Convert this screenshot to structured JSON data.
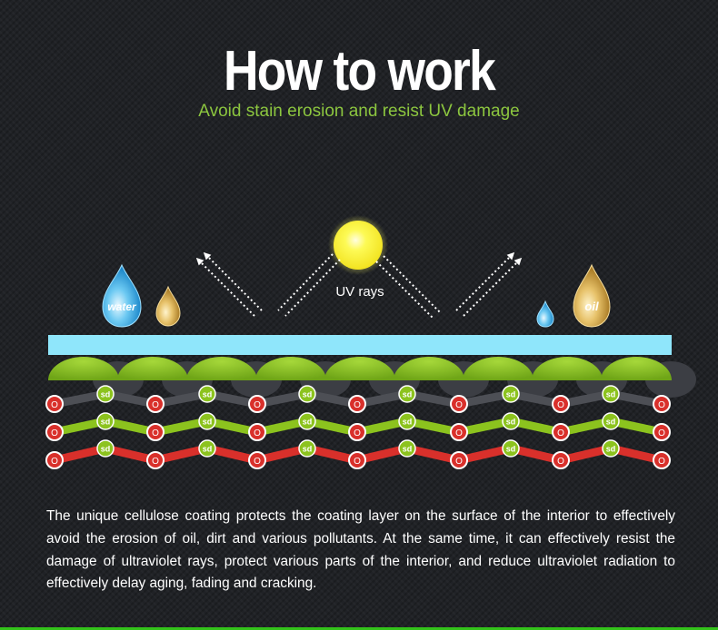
{
  "header": {
    "title": "How to work",
    "subtitle": "Avoid stain erosion and resist UV damage"
  },
  "diagram": {
    "sun_label": "UV rays",
    "water_drop_label": "water",
    "oil_drop_label": "oil",
    "molecule_o_label": "O",
    "molecule_sd_label": "sd",
    "colors": {
      "accent_green": "#8cc63f",
      "coating_blue": "#8fe6fb",
      "sun_yellow": "#f7f233",
      "chain_gray": "#4d4f55",
      "chain_green": "#8cc31e",
      "chain_red": "#d9302b",
      "water_blue": "#2aa9e6",
      "oil_gold": "#c9a24a"
    }
  },
  "description": "The unique cellulose coating protects the coating layer on the surface of the interior to effectively avoid the erosion of oil, dirt and various pollutants. At the same time, it can effectively resist the damage of ultraviolet rays, protect various parts of the interior, and reduce ultraviolet radiation to effectively delay aging, fading and cracking."
}
